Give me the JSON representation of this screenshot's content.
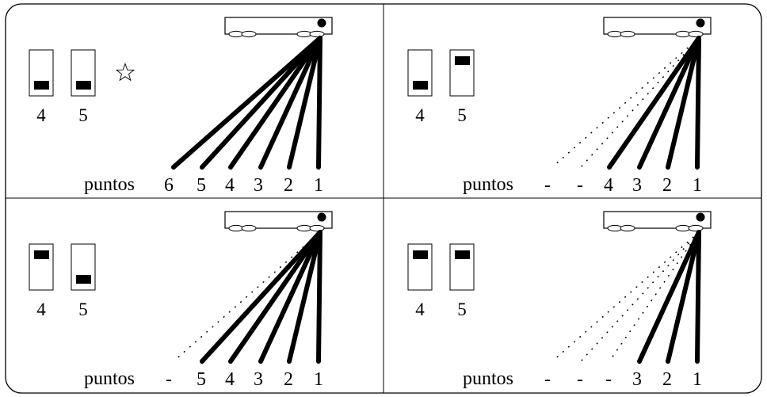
{
  "word": "puntos",
  "panels": [
    {
      "id": "top-left",
      "switches": [
        {
          "label": "4",
          "knob": "down"
        },
        {
          "label": "5",
          "knob": "down"
        }
      ],
      "star": true,
      "points": [
        "6",
        "5",
        "4",
        "3",
        "2",
        "1"
      ],
      "rays": [
        "solid",
        "solid",
        "solid",
        "solid",
        "solid",
        "solid"
      ]
    },
    {
      "id": "top-right",
      "switches": [
        {
          "label": "4",
          "knob": "down"
        },
        {
          "label": "5",
          "knob": "up"
        }
      ],
      "star": false,
      "points": [
        "-",
        "-",
        "4",
        "3",
        "2",
        "1"
      ],
      "rays": [
        "dotted",
        "dotted",
        "solid",
        "solid",
        "solid",
        "solid"
      ]
    },
    {
      "id": "bottom-left",
      "switches": [
        {
          "label": "4",
          "knob": "up"
        },
        {
          "label": "5",
          "knob": "down"
        }
      ],
      "star": false,
      "points": [
        "-",
        "5",
        "4",
        "3",
        "2",
        "1"
      ],
      "rays": [
        "dotted",
        "solid",
        "solid",
        "solid",
        "solid",
        "solid"
      ]
    },
    {
      "id": "bottom-right",
      "switches": [
        {
          "label": "4",
          "knob": "up"
        },
        {
          "label": "5",
          "knob": "up"
        }
      ],
      "star": false,
      "points": [
        "-",
        "-",
        "-",
        "3",
        "2",
        "1"
      ],
      "rays": [
        "dotted",
        "dotted",
        "dotted",
        "solid",
        "solid",
        "solid"
      ]
    }
  ]
}
